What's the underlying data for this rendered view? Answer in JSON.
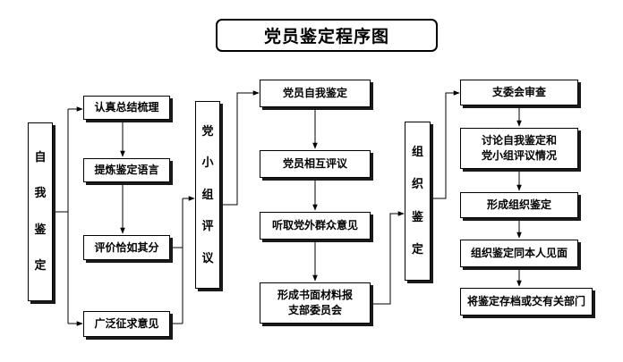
{
  "title": "党员鉴定程序图",
  "stage1": {
    "label_chars": [
      "自",
      "我",
      "鉴",
      "定"
    ],
    "steps": [
      "认真总结梳理",
      "提炼鉴定语言",
      "评价恰如其分",
      "广泛征求意见"
    ]
  },
  "stage2": {
    "label_chars": [
      "党",
      "小",
      "组",
      "评",
      "议"
    ],
    "steps": [
      "党员自我鉴定",
      "党员相互评议",
      "听取党外群众意见",
      "形成书面材料报",
      "支部委员会"
    ]
  },
  "stage3": {
    "label_chars": [
      "组",
      "织",
      "鉴",
      "定"
    ],
    "steps": [
      "支委会审查",
      "讨论自我鉴定和",
      "党小组评议情况",
      "形成组织鉴定",
      "组织鉴定同本人见面",
      "将鉴定存档或交有关部门"
    ]
  }
}
